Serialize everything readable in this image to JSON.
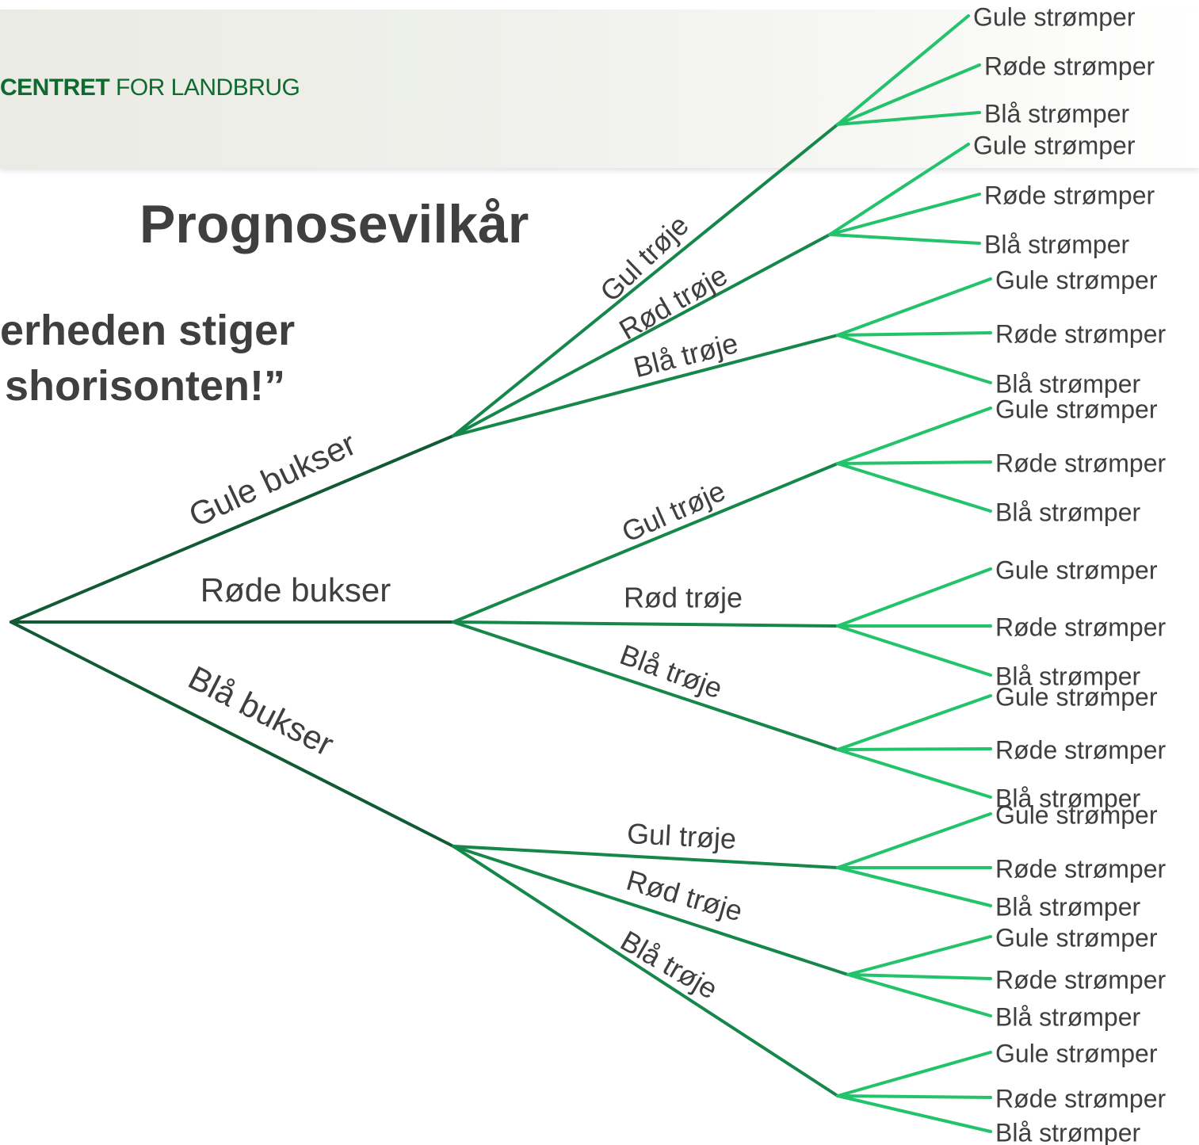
{
  "header": {
    "org_bold": "CENTRET",
    "org_rest": " FOR LANDBRUG"
  },
  "title": "Prognosevilkår",
  "quote": {
    "line1": "erheden stiger",
    "line2": "shorisonten!”"
  },
  "colors": {
    "level1": "#115a34",
    "level2": "#15874a",
    "level3": "#22c36b",
    "text": "#3f3f3f"
  },
  "tree": {
    "label": "",
    "children": [
      {
        "label": "Gule bukser",
        "children": [
          {
            "label": "Gul trøje",
            "children": [
              "Gule strømper",
              "Røde strømper",
              "Blå strømper"
            ]
          },
          {
            "label": "Rød trøje",
            "children": [
              "Gule strømper",
              "Røde strømper",
              "Blå strømper"
            ]
          },
          {
            "label": "Blå trøje",
            "children": [
              "Gule strømper",
              "Røde strømper",
              "Blå strømper"
            ]
          }
        ]
      },
      {
        "label": "Røde bukser",
        "children": [
          {
            "label": "Gul trøje",
            "children": [
              "Gule strømper",
              "Røde strømper",
              "Blå strømper"
            ]
          },
          {
            "label": "Rød trøje",
            "children": [
              "Gule strømper",
              "Røde strømper",
              "Blå strømper"
            ]
          },
          {
            "label": "Blå trøje",
            "children": [
              "Gule strømper",
              "Røde strømper",
              "Blå strømper"
            ]
          }
        ]
      },
      {
        "label": "Blå bukser",
        "children": [
          {
            "label": "Gul trøje",
            "children": [
              "Gule strømper",
              "Røde strømper",
              "Blå strømper"
            ]
          },
          {
            "label": "Rød trøje",
            "children": [
              "Gule strømper",
              "Røde strømper",
              "Blå strømper"
            ]
          },
          {
            "label": "Blå trøje",
            "children": [
              "Gule strømper",
              "Røde strømper",
              "Blå strømper"
            ]
          }
        ]
      }
    ]
  }
}
